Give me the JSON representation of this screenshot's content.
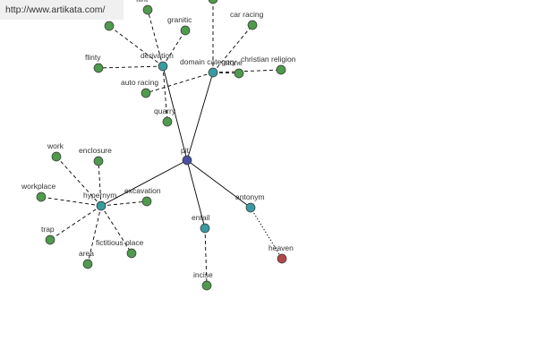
{
  "watermark": {
    "url": "http://www.artikata.com/"
  },
  "colors": {
    "root": "#4a4f9e",
    "relation": "#3a9aa0",
    "leaf": "#4f9a4c",
    "antonym_leaf": "#b04848"
  },
  "nodes": [
    {
      "id": "pit",
      "label": "pit",
      "kind": "root"
    },
    {
      "id": "derivation",
      "label": "derivation",
      "kind": "relation"
    },
    {
      "id": "domain",
      "label": "domain category",
      "kind": "relation"
    },
    {
      "id": "hypernym",
      "label": "hypernym",
      "kind": "relation"
    },
    {
      "id": "entail",
      "label": "entail",
      "kind": "relation"
    },
    {
      "id": "antonym",
      "label": "antonym",
      "kind": "relation"
    },
    {
      "id": "flint",
      "label": "flint",
      "kind": "leaf"
    },
    {
      "id": "granitic",
      "label": "granitic",
      "kind": "leaf"
    },
    {
      "id": "flinty",
      "label": "flinty",
      "kind": "leaf"
    },
    {
      "id": "deriv_unlabeled",
      "label": "",
      "kind": "leaf"
    },
    {
      "id": "quarry",
      "label": "quarry",
      "kind": "leaf"
    },
    {
      "id": "auto_racing",
      "label": "auto racing",
      "kind": "leaf"
    },
    {
      "id": "car_racing",
      "label": "car racing",
      "kind": "leaf"
    },
    {
      "id": "christian_religion",
      "label": "christian religion",
      "kind": "leaf"
    },
    {
      "id": "stone",
      "label": "stone",
      "kind": "leaf"
    },
    {
      "id": "domain_top",
      "label": "",
      "kind": "leaf"
    },
    {
      "id": "work",
      "label": "work",
      "kind": "leaf"
    },
    {
      "id": "enclosure",
      "label": "enclosure",
      "kind": "leaf"
    },
    {
      "id": "workplace",
      "label": "workplace",
      "kind": "leaf"
    },
    {
      "id": "excavation",
      "label": "excavation",
      "kind": "leaf"
    },
    {
      "id": "trap",
      "label": "trap",
      "kind": "leaf"
    },
    {
      "id": "area",
      "label": "area",
      "kind": "leaf"
    },
    {
      "id": "fictitious_place",
      "label": "fictitious place",
      "kind": "leaf"
    },
    {
      "id": "incise",
      "label": "incise",
      "kind": "leaf"
    },
    {
      "id": "heaven",
      "label": "heaven",
      "kind": "antonym_leaf"
    }
  ],
  "edges": [
    {
      "from": "pit",
      "to": "derivation",
      "style": "solid"
    },
    {
      "from": "pit",
      "to": "domain",
      "style": "solid"
    },
    {
      "from": "pit",
      "to": "hypernym",
      "style": "solid"
    },
    {
      "from": "pit",
      "to": "entail",
      "style": "solid"
    },
    {
      "from": "pit",
      "to": "antonym",
      "style": "solid"
    },
    {
      "from": "derivation",
      "to": "flint",
      "style": "dash"
    },
    {
      "from": "derivation",
      "to": "granitic",
      "style": "dash"
    },
    {
      "from": "derivation",
      "to": "flinty",
      "style": "dash"
    },
    {
      "from": "derivation",
      "to": "deriv_unlabeled",
      "style": "dash"
    },
    {
      "from": "derivation",
      "to": "quarry",
      "style": "dash"
    },
    {
      "from": "domain",
      "to": "auto_racing",
      "style": "dash"
    },
    {
      "from": "domain",
      "to": "car_racing",
      "style": "dash"
    },
    {
      "from": "domain",
      "to": "christian_religion",
      "style": "dash"
    },
    {
      "from": "domain",
      "to": "stone",
      "style": "dash"
    },
    {
      "from": "domain",
      "to": "domain_top",
      "style": "dash"
    },
    {
      "from": "hypernym",
      "to": "work",
      "style": "dash"
    },
    {
      "from": "hypernym",
      "to": "enclosure",
      "style": "dash"
    },
    {
      "from": "hypernym",
      "to": "workplace",
      "style": "dash"
    },
    {
      "from": "hypernym",
      "to": "excavation",
      "style": "dash"
    },
    {
      "from": "hypernym",
      "to": "trap",
      "style": "dash"
    },
    {
      "from": "hypernym",
      "to": "area",
      "style": "dash"
    },
    {
      "from": "hypernym",
      "to": "fictitious_place",
      "style": "dash"
    },
    {
      "from": "entail",
      "to": "incise",
      "style": "dash"
    },
    {
      "from": "antonym",
      "to": "heaven",
      "style": "dot"
    }
  ]
}
